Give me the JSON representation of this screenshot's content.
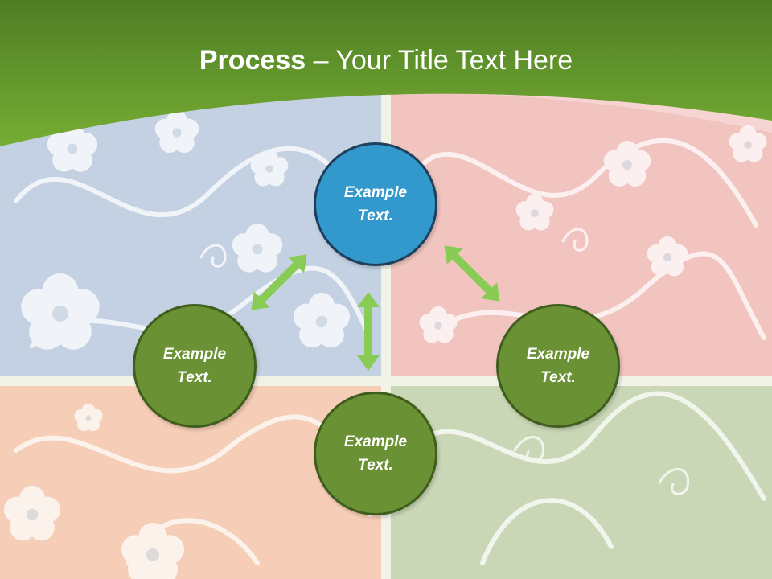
{
  "title": {
    "bold": "Process",
    "rest": " – Your Title Text Here"
  },
  "colors": {
    "header_green": "#6aa22e",
    "header_dark": "#4e7d24",
    "quad_blue": "#c3d1e3",
    "quad_pink": "#f2c4bf",
    "quad_peach": "#f6cdb6",
    "quad_sage": "#c9d7b6",
    "node_blue": "#3399cc",
    "node_green": "#6a9133",
    "arrow_green": "#88cc55"
  },
  "nodes": {
    "top": "Example Text.",
    "left": "Example Text.",
    "bottom": "Example Text.",
    "right": "Example Text."
  }
}
